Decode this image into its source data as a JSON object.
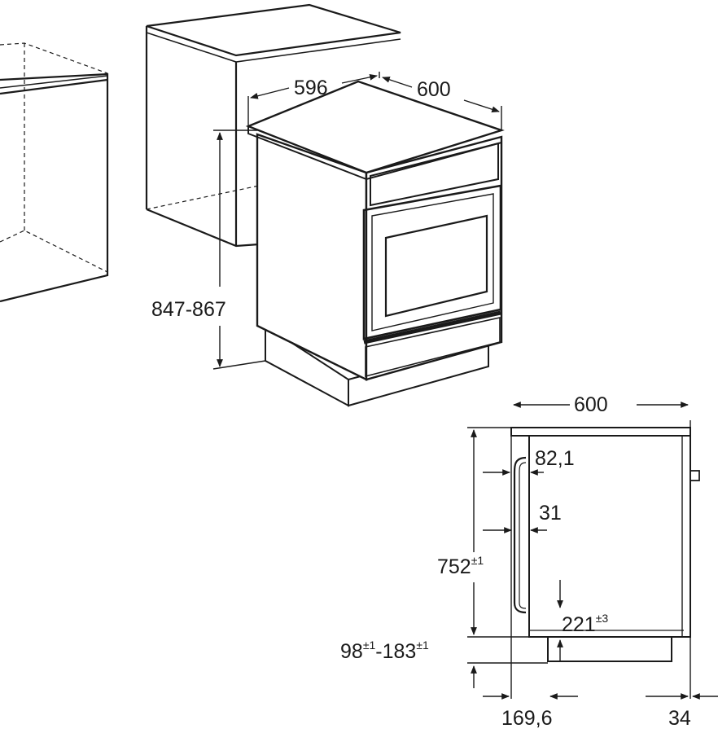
{
  "front_view": {
    "width": "596",
    "depth": "600",
    "height": "847-867"
  },
  "side_view": {
    "width": "600",
    "door_handle_offset": "82,1",
    "handle_depth": "31",
    "body_height": "752",
    "body_height_tolerance": "±1",
    "plinth_height": "221",
    "plinth_height_tolerance": "±3",
    "foot_range_min": "98",
    "foot_range_min_tolerance": "±1",
    "foot_range_separator": "-",
    "foot_range_max": "183",
    "foot_range_max_tolerance": "±1",
    "bottom_depth": "169,6",
    "back_offset": "34"
  }
}
